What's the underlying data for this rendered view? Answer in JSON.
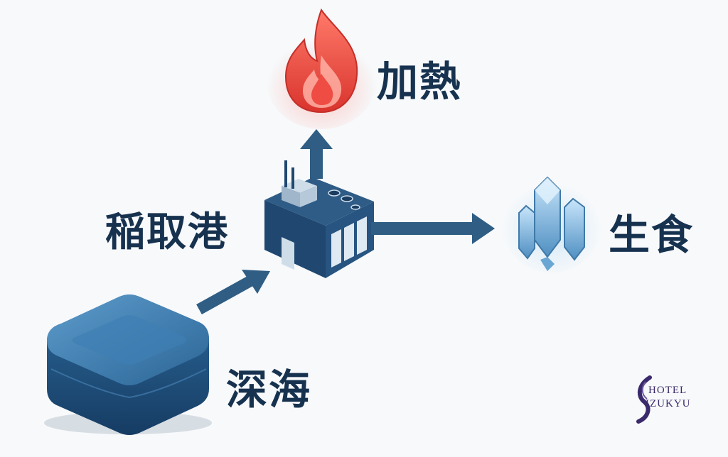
{
  "diagram": {
    "nodes": {
      "heat": {
        "label": "加熱"
      },
      "port": {
        "label": "稲取港"
      },
      "raw": {
        "label": "生食"
      },
      "sea": {
        "label": "深海"
      }
    },
    "colors": {
      "text": "#17324f",
      "arrow": "#2f5d83",
      "flame": "#e0453c",
      "crystal": "#7fb6dc",
      "box": "#2a5f8e"
    }
  },
  "logo": {
    "line1": "HOTEL",
    "line2": "IZUKYU"
  }
}
